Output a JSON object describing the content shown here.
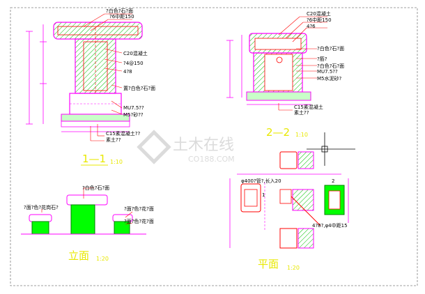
{
  "section_1_1": {
    "title": "1—1",
    "scale": "1:10",
    "labels": {
      "top_finish": "?白色?石?面",
      "top_rebar": "?6中距150",
      "concrete": "C20混凝土",
      "stirrup": "?4@150",
      "main_rebar": "4?8",
      "side_finish": "置?白色?石?面",
      "masonry": "MU7.5??",
      "mortar": "M5?砂??",
      "base_concrete": "C15素混凝土??",
      "base_soil": "素土??"
    }
  },
  "section_2_2": {
    "title": "2—2",
    "scale": "1:10",
    "labels": {
      "concrete": "C20混凝土",
      "rebar_150": "?6中距150",
      "rebar_6": "4?6",
      "top_finish": "?白色?石?面",
      "pad": "?筋?",
      "finish2": "?白色?石?面",
      "masonry": "MU7.5??",
      "mortar": "M5水泥砂?",
      "base_concrete": "C15素混凝土",
      "base_soil": "素土??"
    }
  },
  "elevation": {
    "title": "立面",
    "scale": "1:20",
    "labels": {
      "top": "?白色?石?面",
      "left": "?面?色?花岗石?",
      "right_top": "?面?色?花?面",
      "right_bottom": "?面?色?花?面"
    }
  },
  "plan": {
    "title": "平面",
    "scale": "1:20",
    "labels": {
      "pipe": "φ400?管?,长入20",
      "rebar": "4?8?,φ4中距15",
      "mark_1": "1",
      "mark_2": "2"
    }
  },
  "watermark": {
    "name": "土木在线",
    "url": "CO188.COM"
  },
  "colors": {
    "magenta": "#ff00ff",
    "red": "#ff0000",
    "green": "#00ff00",
    "yellow": "#e8e800",
    "dark_green": "#008000"
  }
}
